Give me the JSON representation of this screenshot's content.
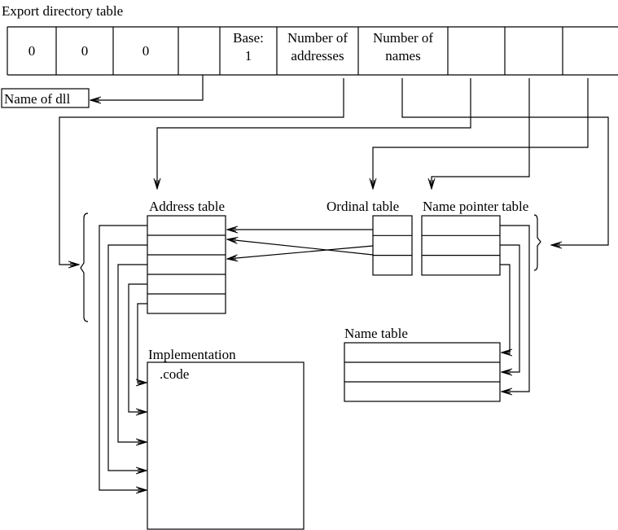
{
  "title": "Export directory table",
  "directory_fields": [
    "0",
    "0",
    "0",
    "",
    "Base:\n1",
    "Number of\naddresses",
    "Number of\nnames",
    "",
    "",
    ""
  ],
  "name_of_dll": "Name of dll",
  "address_table": {
    "label": "Address table",
    "rows": 5
  },
  "ordinal_table": {
    "label": "Ordinal table",
    "rows": 3
  },
  "name_pointer_table": {
    "label": "Name pointer table",
    "rows": 3
  },
  "name_table": {
    "label": "Name table",
    "rows": 3
  },
  "implementation": {
    "label": "Implementation",
    "section": ".code"
  }
}
